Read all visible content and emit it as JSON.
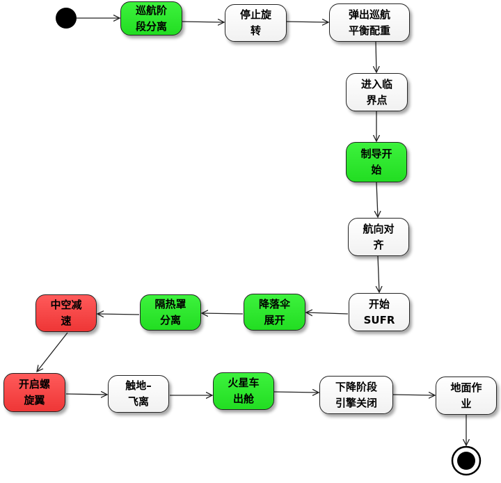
{
  "colors": {
    "green": "#2ee62e",
    "red": "#f24545",
    "white": "#ffffff",
    "line": "#222222"
  },
  "nodes": {
    "n1": {
      "label": "巡航阶\n段分离",
      "fill": "green"
    },
    "n2": {
      "label": "停止旋\n转",
      "fill": "white"
    },
    "n3": {
      "label": "弹出巡航\n平衡配重",
      "fill": "white"
    },
    "n4": {
      "label": "进入临\n界点",
      "fill": "white"
    },
    "n5": {
      "label": "制导开\n始",
      "fill": "green"
    },
    "n6": {
      "label": "航向对\n齐",
      "fill": "white"
    },
    "n7": {
      "label": "开始\nSUFR",
      "fill": "white"
    },
    "n8": {
      "label": "降落伞\n展开",
      "fill": "green"
    },
    "n9": {
      "label": "隔热罩\n分离",
      "fill": "green"
    },
    "n10": {
      "label": "中空减\n速",
      "fill": "red"
    },
    "n11": {
      "label": "开启螺\n旋翼",
      "fill": "red"
    },
    "n12": {
      "label": "触地–\n飞离",
      "fill": "white"
    },
    "n13": {
      "label": "火星车\n出舱",
      "fill": "green"
    },
    "n14": {
      "label": "下降阶段\n引擎关闭",
      "fill": "white"
    },
    "n15": {
      "label": "地面作\n业",
      "fill": "white"
    }
  }
}
